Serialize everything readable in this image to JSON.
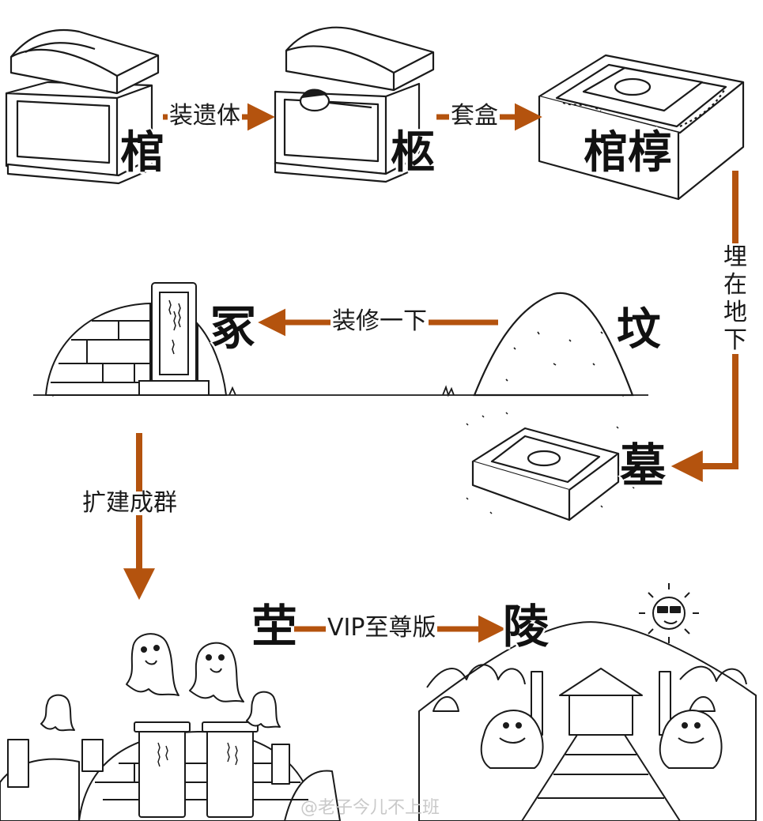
{
  "stages": {
    "guan": "棺",
    "jiu": "柩",
    "guanguo": "棺椁",
    "mu": "墓",
    "fen": "坟",
    "zhong": "冢",
    "ying": "茔",
    "ling": "陵"
  },
  "steps": {
    "zhuang_yiti": "装遗体",
    "tao_he": "套盒",
    "mai_zai_dixia": "埋在地下",
    "zhuangxiu": "装修一下",
    "kuojian": "扩建成群",
    "vip": "VIP至尊版"
  },
  "watermark": "@老子今儿不上班",
  "colors": {
    "arrow": "#b4530e",
    "line": "#1a1a1a",
    "paper": "#ffffff"
  }
}
